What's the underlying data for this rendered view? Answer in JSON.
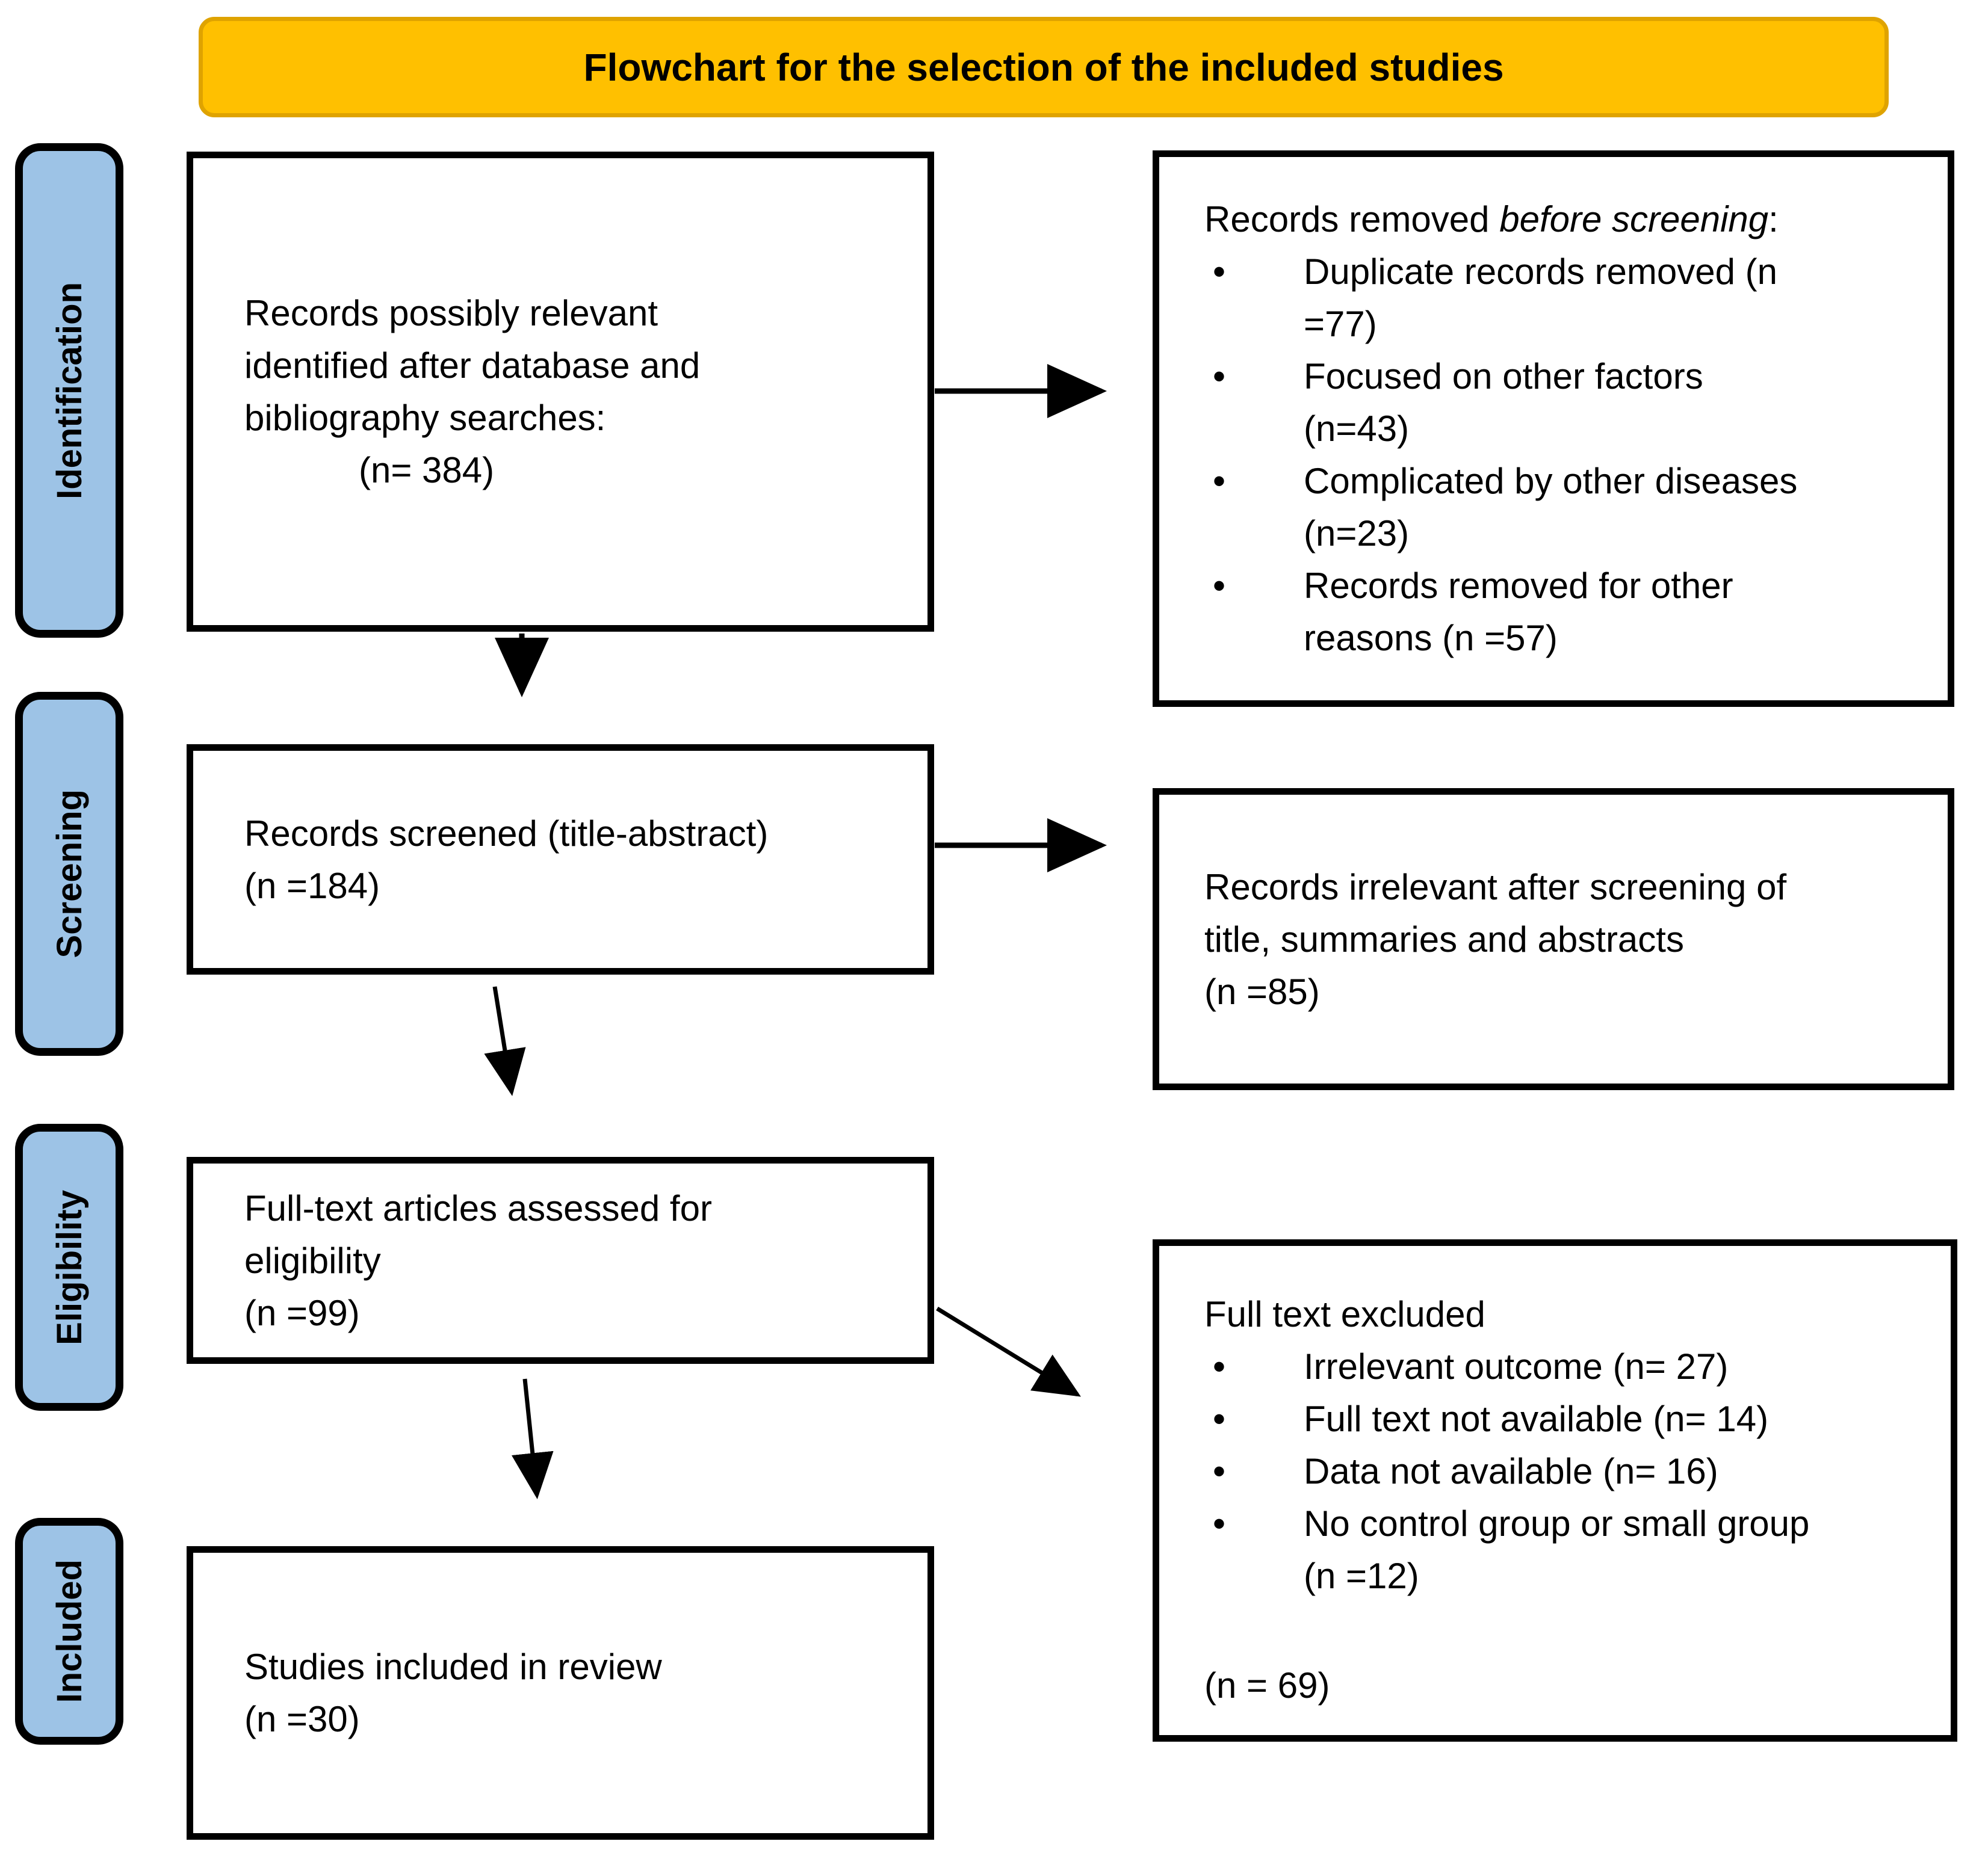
{
  "title": {
    "label": "Flowchart for the selection of the included studies"
  },
  "colors": {
    "banner_fill": "#FFC000",
    "banner_border": "#DFA300",
    "stage_fill": "#9DC3E6",
    "line_color": "#000000",
    "background": "#FFFFFF"
  },
  "stages": [
    {
      "id": "identification",
      "label": "Identification"
    },
    {
      "id": "screening",
      "label": "Screening"
    },
    {
      "id": "eligibility",
      "label": "Eligibility"
    },
    {
      "id": "included",
      "label": "Included"
    }
  ],
  "flow_boxes": {
    "identified": {
      "text": "Records possibly relevant identified after database and bibliography searches:",
      "n": "(n= 384)"
    },
    "screened": {
      "text": "Records screened (title-abstract)",
      "n": "(n =184)"
    },
    "assessed": {
      "text": "Full-text articles assessed for eligibility",
      "n": "(n =99)"
    },
    "included": {
      "text": "Studies included in review",
      "n": "(n =30)"
    }
  },
  "side_boxes": {
    "removed_before_screening": {
      "heading_prefix": "Records removed ",
      "heading_italic": "before screening",
      "heading_suffix": ":",
      "bullet_glyph": "•",
      "bullets": [
        "Duplicate records removed (n =77)",
        "Focused on other factors (n=43)",
        "Complicated by other diseases (n=23)",
        "Records removed for other reasons (n =57)"
      ]
    },
    "irrelevant_after_screening": {
      "text": "Records irrelevant after screening of title, summaries and abstracts",
      "n": "(n =85)"
    },
    "fulltext_excluded": {
      "heading": "Full text excluded",
      "bullet_glyph": "•",
      "bullets": [
        "Irrelevant outcome (n= 27)",
        "Full text not available (n= 14)",
        "Data not available (n= 16)",
        "No control group or small group (n =12)"
      ],
      "total": "(n = 69)"
    }
  }
}
